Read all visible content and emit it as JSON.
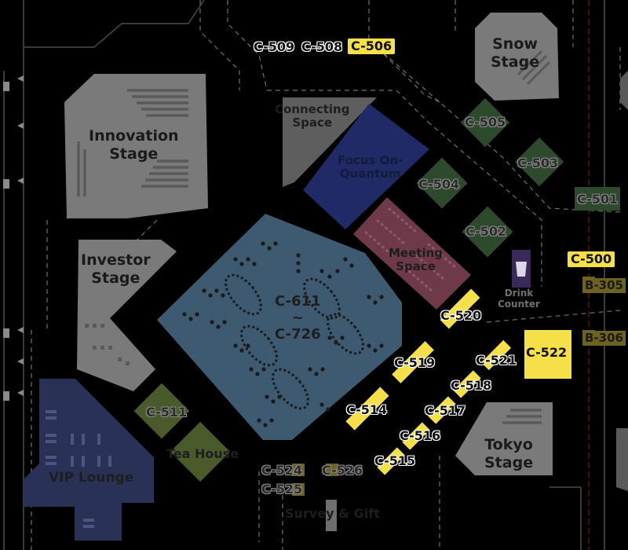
{
  "stages": {
    "snow": "Snow\nStage",
    "innovation": "Innovation\nStage",
    "investor": "Investor\nStage",
    "tokyo": "Tokyo\nStage"
  },
  "areas": {
    "connecting_space": "Connecting\nSpace",
    "focus_on_quantum": "Focus On-\nQuantum",
    "meeting_space": "Meeting\nSpace",
    "drink_counter": "Drink\nCounter",
    "tea_house": "Tea House",
    "vip_lounge": "VIP Lounge",
    "survey_gift": "Survey & Gift",
    "main_block": "C-611\n~\nC-726"
  },
  "booths": {
    "c509": "C-509",
    "c508": "C-508",
    "c506": "C-506",
    "c505": "C-505",
    "c504": "C-504",
    "c503": "C-503",
    "c502": "C-502",
    "c501": "C-501",
    "c500": "C-500",
    "b305": "B-305",
    "b306": "B-306",
    "c520": "C-520",
    "c522": "C-522",
    "c521": "C-521",
    "c519": "C-519",
    "c518": "C-518",
    "c517": "C-517",
    "c516": "C-516",
    "c515": "C-515",
    "c514": "C-514",
    "c511": "C-511",
    "c524": "C-524",
    "c526": "C-526",
    "c525": "C-525"
  },
  "colors": {
    "background": "#000000",
    "stage_gray": "#7a7a7a",
    "quantum_blue": "#1f2a66",
    "main_block_blue": "#3d5a70",
    "meeting_red": "#6e3a4a",
    "booth_green": "#2d4a2d",
    "tea_olive": "#4a5a2a",
    "vip_navy": "#2a3156",
    "highlight_yellow": "#f5e04a",
    "dim_yellow": "#6e6220",
    "drink_purple": "#3a2a5a",
    "dashed_lines": "#8a8a8a"
  }
}
